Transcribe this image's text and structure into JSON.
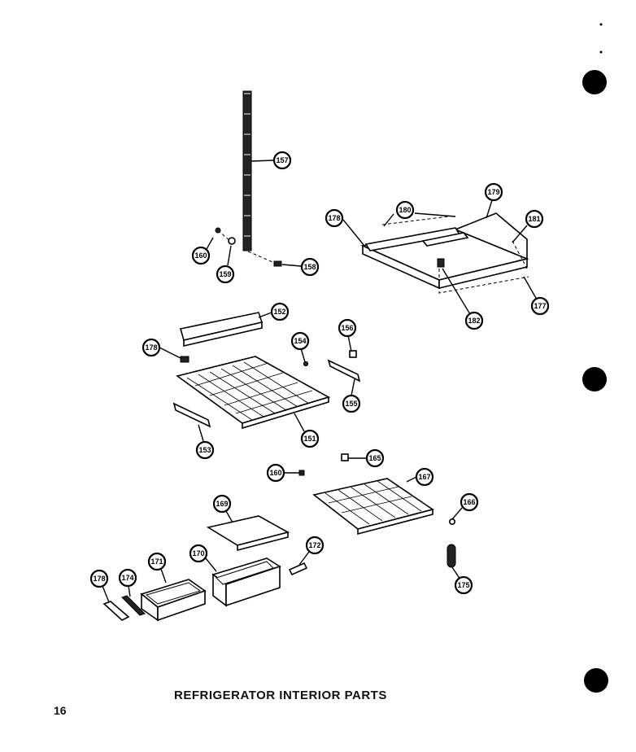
{
  "title": "REFRIGERATOR INTERIOR PARTS",
  "page_number": "16",
  "callouts": {
    "c157": "157",
    "c160a": "160",
    "c159": "159",
    "c158": "158",
    "c178a": "178",
    "c180": "180",
    "c179": "179",
    "c181": "181",
    "c182": "182",
    "c177": "177",
    "c152": "152",
    "c178b": "178",
    "c154": "154",
    "c156": "156",
    "c155": "155",
    "c153": "153",
    "c151": "151",
    "c165": "165",
    "c160b": "160",
    "c167": "167",
    "c169": "169",
    "c166": "166",
    "c172": "172",
    "c178c": "178",
    "c174": "174",
    "c171": "171",
    "c170": "170",
    "c175": "175"
  }
}
